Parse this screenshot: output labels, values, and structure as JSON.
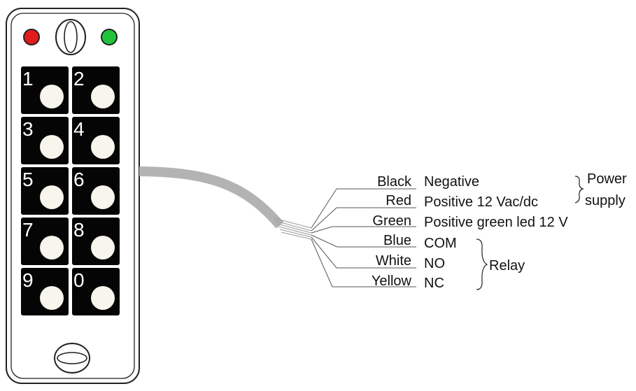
{
  "keypad": {
    "led_left_color": "#e11b1b",
    "led_right_color": "#22c33a",
    "keys": [
      "1",
      "2",
      "3",
      "4",
      "5",
      "6",
      "7",
      "8",
      "9",
      "0"
    ]
  },
  "wires": [
    {
      "color_name": "Black",
      "function": "Negative"
    },
    {
      "color_name": "Red",
      "function": "Positive 12 Vac/dc"
    },
    {
      "color_name": "Green",
      "function": "Positive green led 12 V"
    },
    {
      "color_name": "Blue",
      "function": "COM"
    },
    {
      "color_name": "White",
      "function": "NO"
    },
    {
      "color_name": "Yellow",
      "function": "NC"
    }
  ],
  "groups": {
    "power": {
      "line1": "Power",
      "line2": "supply"
    },
    "relay": {
      "label": "Relay"
    }
  }
}
